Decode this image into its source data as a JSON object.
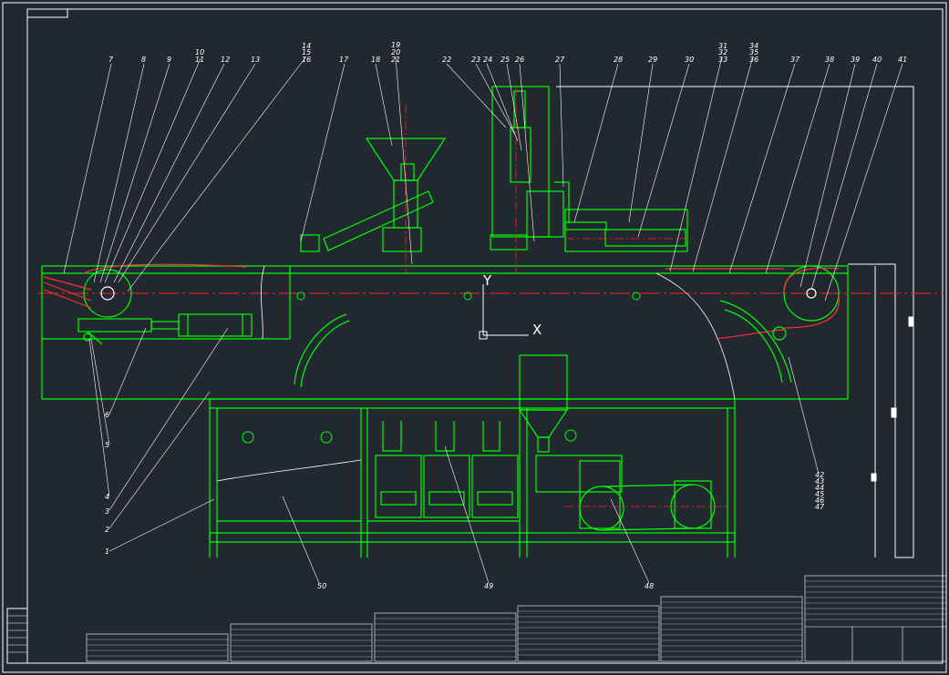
{
  "drawing": {
    "type": "mechanical-assembly-cad-drawing",
    "colors": {
      "background": "#212830",
      "frame": "#ffffff",
      "outline": "#00ff00",
      "centerline": "#ff2020",
      "leader": "#ffffff",
      "red_part": "#ff3030"
    },
    "axis": {
      "x": "X",
      "y": "Y"
    },
    "callouts_top": [
      "7",
      "8",
      "9",
      "10",
      "11",
      "12",
      "13",
      "14",
      "15",
      "16",
      "17",
      "18",
      "19",
      "20",
      "21",
      "22",
      "23",
      "24",
      "25",
      "26",
      "27",
      "28",
      "29",
      "30",
      "31",
      "32",
      "33",
      "34",
      "35",
      "36",
      "37",
      "38",
      "39",
      "40",
      "41"
    ],
    "callouts_left": [
      "6",
      "5",
      "4",
      "3",
      "2",
      "1"
    ],
    "callouts_bottom": [
      "50",
      "49",
      "48"
    ],
    "callouts_right_stack": [
      "42",
      "43",
      "44",
      "45",
      "46",
      "47"
    ],
    "title_block": {
      "scale_labels": [
        "",
        "",
        "",
        ""
      ],
      "company": ""
    }
  }
}
